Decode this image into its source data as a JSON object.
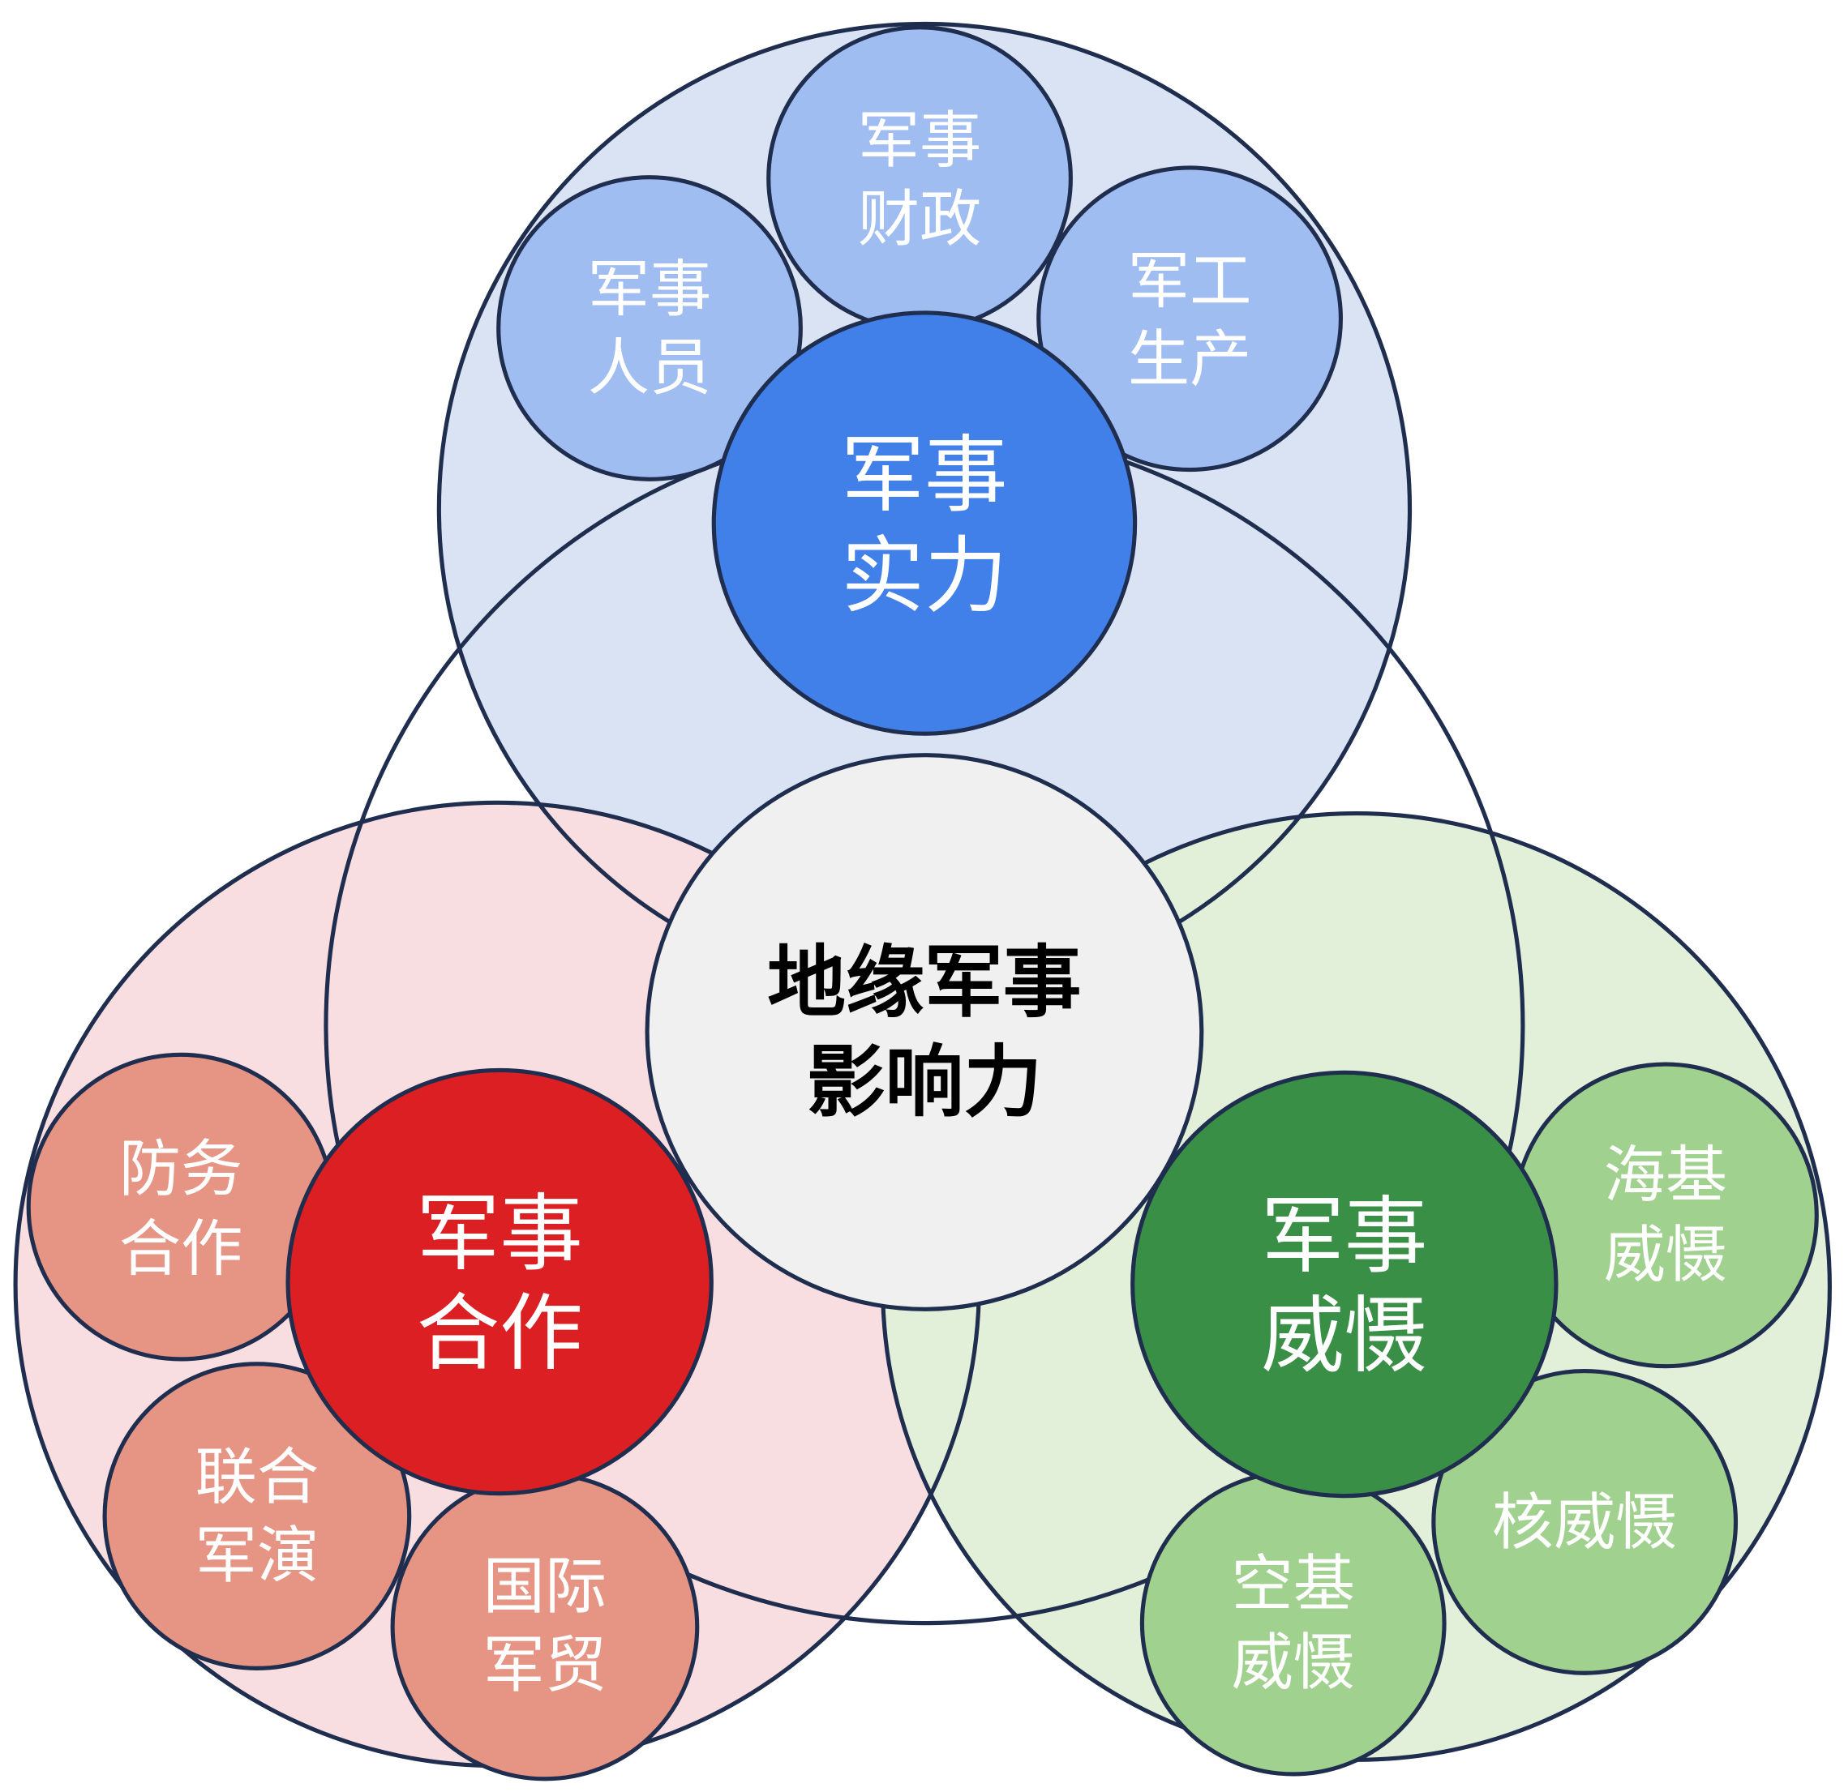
{
  "center": {
    "line1": "地缘军事",
    "line2": "影响力",
    "fill": "#f0f0f0"
  },
  "groups": [
    {
      "id": "strength",
      "line1": "军事",
      "line2": "实力",
      "bg": "#dae3f3",
      "main": "#4180e8",
      "sub": "#a0bdf2",
      "items": [
        {
          "line1": "军事",
          "line2": "人员"
        },
        {
          "line1": "军事",
          "line2": "财政"
        },
        {
          "line1": "军工",
          "line2": "生产"
        }
      ]
    },
    {
      "id": "cooperation",
      "line1": "军事",
      "line2": "合作",
      "bg": "#f8dde1",
      "main": "#dc1f22",
      "sub": "#e69483",
      "items": [
        {
          "line1": "防务",
          "line2": "合作"
        },
        {
          "line1": "联合",
          "line2": "军演"
        },
        {
          "line1": "国际",
          "line2": "军贸"
        }
      ]
    },
    {
      "id": "deterrence",
      "line1": "军事",
      "line2": "威慑",
      "bg": "#e2efd9",
      "main": "#3a8f47",
      "sub": "#a1d18f",
      "items": [
        {
          "line1": "海基",
          "line2": "威慑"
        },
        {
          "line1": "核威慑",
          "line2": ""
        },
        {
          "line1": "空基",
          "line2": "威慑"
        }
      ]
    }
  ],
  "stroke": "#1f2d4e"
}
